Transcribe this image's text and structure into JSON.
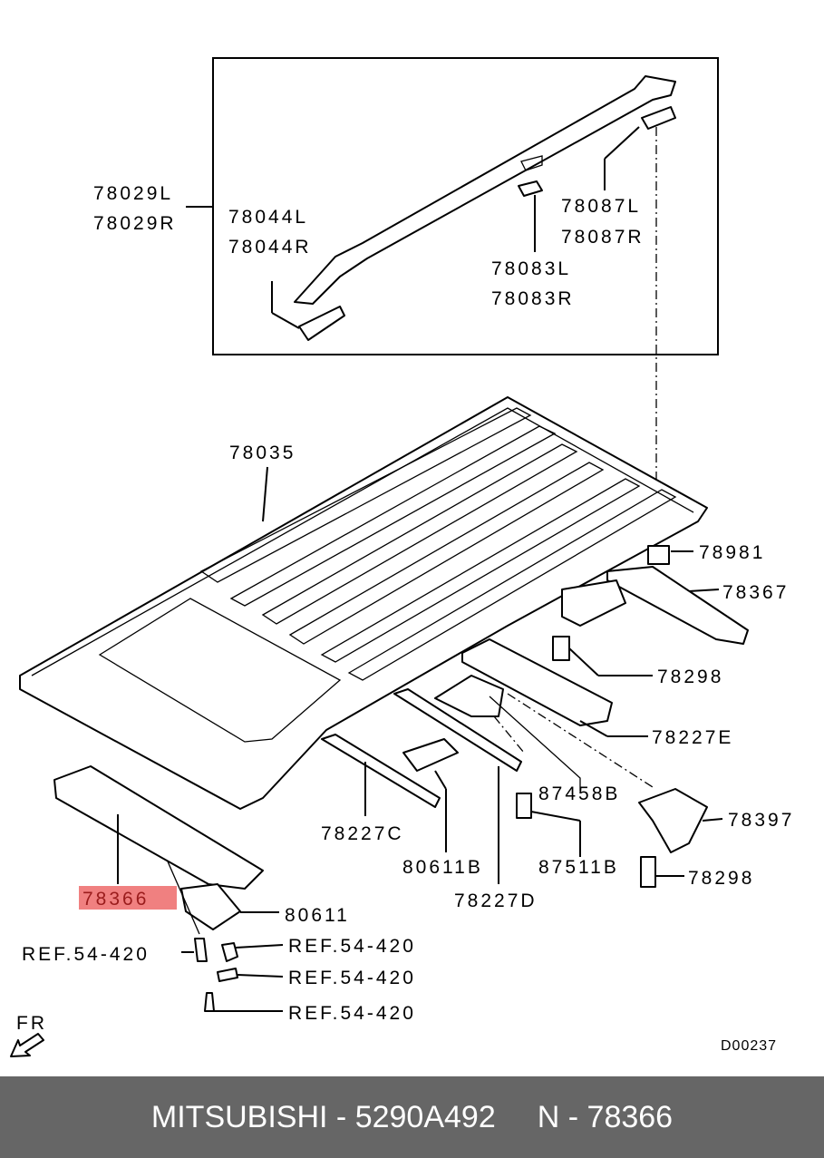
{
  "diagram": {
    "labels": {
      "l78029L": "78029L",
      "l78029R": "78029R",
      "l78044L": "78044L",
      "l78044R": "78044R",
      "l78083L": "78083L",
      "l78083R": "78083R",
      "l78087L": "78087L",
      "l78087R": "78087R",
      "l78035": "78035",
      "l78981": "78981",
      "l78367": "78367",
      "l78298a": "78298",
      "l78227E": "78227E",
      "l87458B": "87458B",
      "l78397": "78397",
      "l87511B": "87511B",
      "l78298b": "78298",
      "l78227C": "78227C",
      "l80611B": "80611B",
      "l78227D": "78227D",
      "l78366": "78366",
      "l80611": "80611",
      "ref1": "REF.54-420",
      "ref2": "REF.54-420",
      "ref3": "REF.54-420",
      "ref4": "REF.54-420",
      "fr": "FR",
      "code": "D00237"
    },
    "highlight_color": "#f08080"
  },
  "footer": {
    "brand": "MITSUBISHI",
    "sep1": " - ",
    "part_number": "5290A492",
    "n_label": "N",
    "sep2": " - ",
    "ref_number": "78366"
  }
}
